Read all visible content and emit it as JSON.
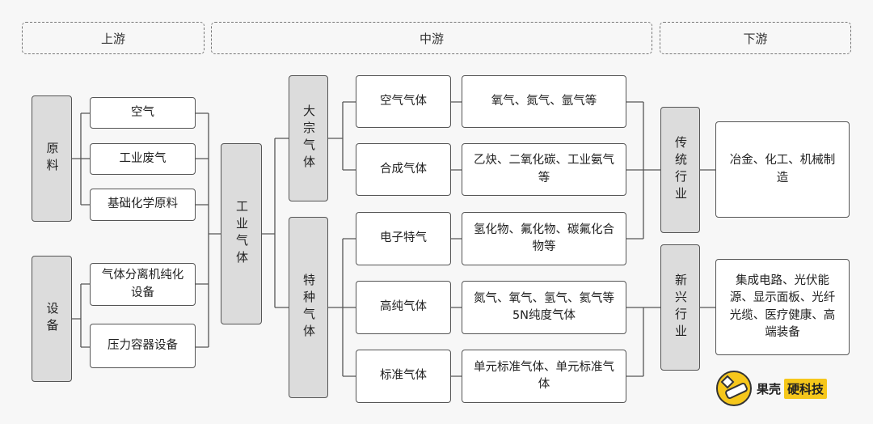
{
  "stages": {
    "upstream": "上游",
    "midstream": "中游",
    "downstream": "下游"
  },
  "upstream": {
    "raw_materials": {
      "label": "原料",
      "items": [
        "空气",
        "工业废气",
        "基础化学原料"
      ]
    },
    "equipment": {
      "label": "设备",
      "items": [
        "气体分离机纯化设备",
        "压力容器设备"
      ]
    }
  },
  "industrial_gas": "工业气体",
  "midstream": {
    "bulk": {
      "label": "大宗气体",
      "types": [
        {
          "name": "空气气体",
          "examples": "氧气、氮气、氩气等"
        },
        {
          "name": "合成气体",
          "examples": "乙炔、二氧化碳、工业氨气等"
        }
      ]
    },
    "specialty": {
      "label": "特种气体",
      "types": [
        {
          "name": "电子特气",
          "examples": "氢化物、氟化物、碳氟化合物等"
        },
        {
          "name": "高纯气体",
          "examples": "氮气、氧气、氢气、氦气等5N纯度气体"
        },
        {
          "name": "标准气体",
          "examples": "单元标准气体、单元标准气体"
        }
      ]
    }
  },
  "downstream": {
    "traditional": {
      "label": "传统行业",
      "sectors": "冶金、化工、机械制造"
    },
    "emerging": {
      "label": "新兴行业",
      "sectors": "集成电路、光伏能源、显示面板、光纤光缆、医疗健康、高端装备"
    }
  },
  "brand": {
    "name": "果壳",
    "badge": "硬科技"
  },
  "colors": {
    "background": "#f7f7f7",
    "category_fill": "#dcdcdc",
    "box_fill": "#ffffff",
    "line": "#555555",
    "brand_yellow": "#f6c71b"
  }
}
